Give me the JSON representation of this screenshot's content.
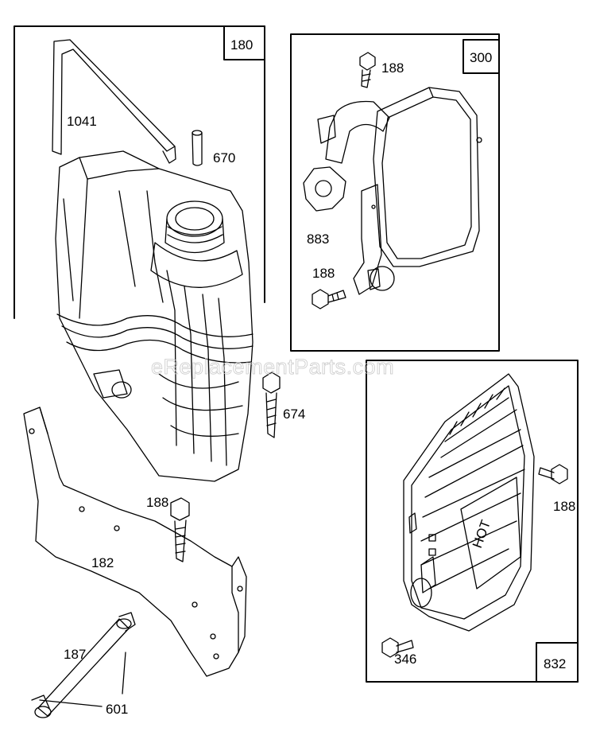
{
  "watermark": "eReplacementParts.com",
  "boxes": [
    {
      "number": "180"
    },
    {
      "number": "300"
    },
    {
      "number": "832"
    }
  ],
  "parts": {
    "p1041": "1041",
    "p670": "670",
    "p188_top": "188",
    "p883": "883",
    "p188_muffler": "188",
    "p674": "674",
    "p188_bracket": "188",
    "p182": "182",
    "p187": "187",
    "p601": "601",
    "p188_guard": "188",
    "p346": "346"
  },
  "guard_text": "HOT"
}
